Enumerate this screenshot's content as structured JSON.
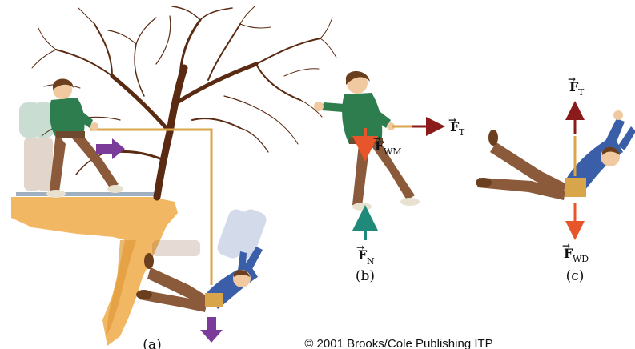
{
  "panels": {
    "a": {
      "label": "(a)"
    },
    "b": {
      "label": "(b)"
    },
    "c": {
      "label": "(c)"
    }
  },
  "forces": {
    "tension_b": {
      "symbol": "F",
      "subscript": "T"
    },
    "weight_man": {
      "symbol": "F",
      "subscript": "WM"
    },
    "normal": {
      "symbol": "F",
      "subscript": "N"
    },
    "tension_c": {
      "symbol": "F",
      "subscript": "T"
    },
    "weight_dude": {
      "symbol": "F",
      "subscript": "WD"
    }
  },
  "credit": "© 2001 Brooks/Cole Publishing ITP",
  "colors": {
    "cliff": "#f2b763",
    "tree": "#5a2a12",
    "rope": "#d9a54a",
    "tension_arrow": "#8b1a1a",
    "weight_arrow": "#e8552a",
    "normal_arrow": "#1f8a7a",
    "motion_arrow": "#7b3b98",
    "shirt_green": "#2e7d4f",
    "shirt_blue": "#3a5ea8",
    "pants": "#8a5a3a"
  }
}
